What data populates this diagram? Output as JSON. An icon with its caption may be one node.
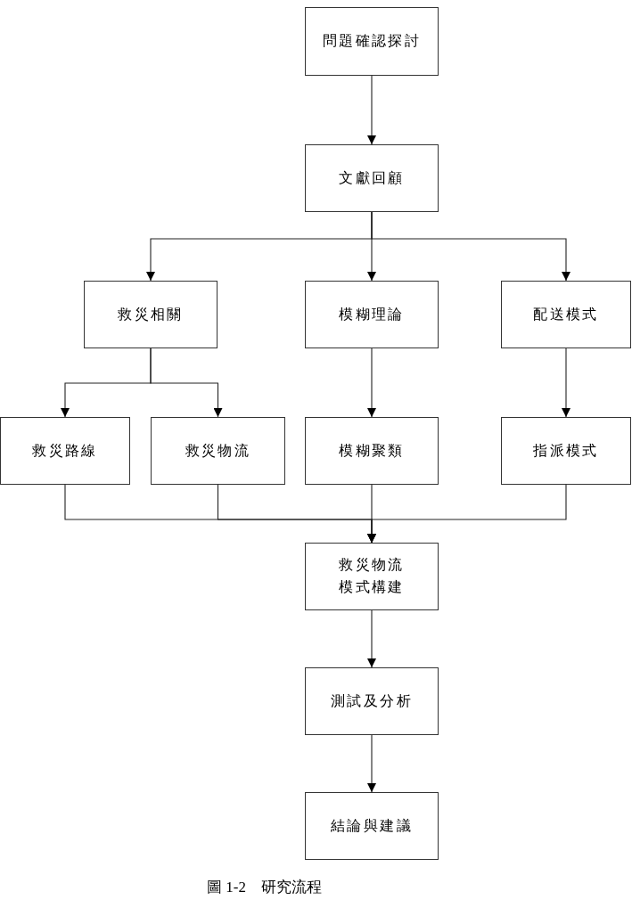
{
  "diagram": {
    "caption": "圖 1-2　研究流程",
    "nodes": [
      {
        "text": [
          "問題確認探討"
        ]
      },
      {
        "text": [
          "文獻回顧"
        ]
      },
      {
        "text": [
          "救災相關"
        ]
      },
      {
        "text": [
          "模糊理論"
        ]
      },
      {
        "text": [
          "配送模式"
        ]
      },
      {
        "text": [
          "救災路線"
        ]
      },
      {
        "text": [
          "救災物流"
        ]
      },
      {
        "text": [
          "模糊聚類"
        ]
      },
      {
        "text": [
          "指派模式"
        ]
      },
      {
        "text": [
          "救災物流模式構建"
        ]
      },
      {
        "text": [
          "測試及分析"
        ]
      },
      {
        "text": [
          "結論與建議"
        ]
      }
    ],
    "edges": [
      {
        "from": 0,
        "to": 1,
        "arrow": "to"
      },
      {
        "from": 1,
        "to": 2,
        "arrow": "to"
      },
      {
        "from": 1,
        "to": 3,
        "arrow": "to"
      },
      {
        "from": 1,
        "to": 4,
        "arrow": "to"
      },
      {
        "from": 2,
        "to": 5,
        "arrow": "to"
      },
      {
        "from": 2,
        "to": 6,
        "arrow": "to"
      },
      {
        "from": 3,
        "to": 7,
        "arrow": "to"
      },
      {
        "from": 4,
        "to": 8,
        "arrow": "to"
      },
      {
        "from": 5,
        "to": 9,
        "arrow": "to"
      },
      {
        "from": 6,
        "to": 9,
        "arrow": "to"
      },
      {
        "from": 7,
        "to": 9,
        "arrow": "to"
      },
      {
        "from": 8,
        "to": 9,
        "arrow": "to"
      },
      {
        "from": 9,
        "to": 10,
        "arrow": "to"
      },
      {
        "from": 10,
        "to": 11,
        "arrow": "to"
      }
    ]
  }
}
